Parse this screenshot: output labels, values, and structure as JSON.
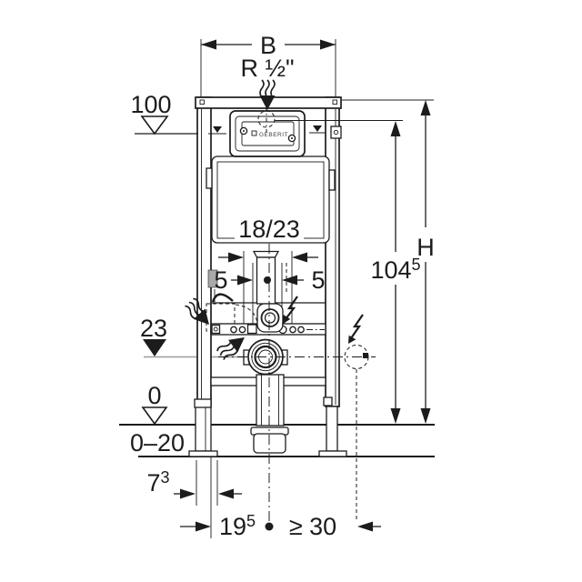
{
  "diagram": {
    "kind": "technical installation drawing — wall WC element with concealed cistern, front view",
    "brand_plate": "GEBERIT",
    "labels": {
      "width": "B",
      "water_connection": "R ½\"",
      "cistern_note": "18/23",
      "offset_left": "5",
      "offset_right": "5",
      "height_total": "H",
      "height_connection_main": "104",
      "height_connection_sup": "5",
      "level_top": "100",
      "level_outlet": "23",
      "level_floor": "0",
      "floor_range": "0–20",
      "front_dim_main": "7",
      "front_dim_sup": "3",
      "outlet_dim_main": "19",
      "outlet_dim_sup": "5",
      "electro_dim": "≥ 30"
    },
    "icons": {
      "water_flow": "wavy-arrow-down",
      "electrical_connection": "lightning-bolt-arrow",
      "level_marker_filled": "filled-triangle-down",
      "level_marker_open": "open-triangle-down",
      "water_supply_port": "dashed-circle",
      "electrical_outlet": "dashed-circle"
    },
    "colors": {
      "line": "#1c1c1c",
      "level_line_gray": "#9c9c9c",
      "background": "#ffffff",
      "panel_text": "#3a3a3a"
    }
  }
}
